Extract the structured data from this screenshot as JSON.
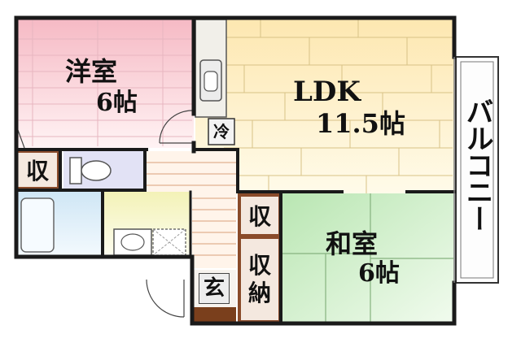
{
  "rooms": {
    "western": {
      "name": "洋室",
      "size": "6帖"
    },
    "ldk": {
      "name": "LDK",
      "size": "11.5帖"
    },
    "japanese": {
      "name": "和室",
      "size": "6帖"
    }
  },
  "labels": {
    "storage": "収",
    "storage_b": "収",
    "storage_c_line1": "収",
    "storage_c_line2": "納",
    "fridge": "冷",
    "entrance": "玄",
    "balcony": "バルコニー"
  },
  "colors": {
    "western": "#f4c8cf",
    "ldk": "#fbf1c5",
    "japanese": "#d7f0d0",
    "wall": "#1a1a1a",
    "storage_frame": "#8a4b2a",
    "bath": "#dcecf7"
  }
}
